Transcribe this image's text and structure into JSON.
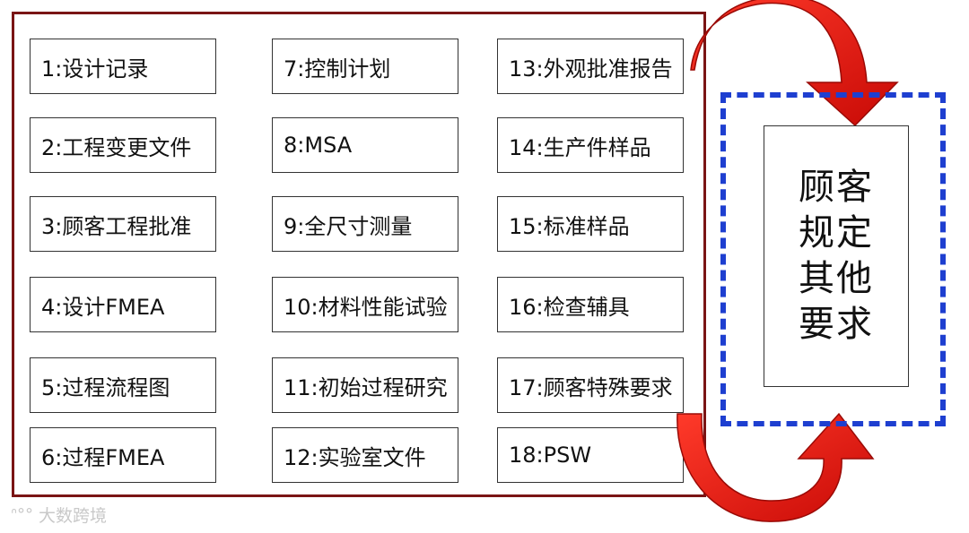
{
  "items": [
    "1:设计记录",
    "2:工程变更文件",
    "3:顾客工程批准",
    "4:设计FMEA",
    "5:过程流程图",
    "6:过程FMEA",
    "7:控制计划",
    "8:MSA",
    "9:全尺寸测量",
    "10:材料性能试验",
    "11:初始过程研究",
    "12:实验室文件",
    "13:外观批准报告",
    "14:生产件样品",
    "15:标准样品",
    "16:检查辅具",
    "17:顾客特殊要求",
    "18:PSW"
  ],
  "customer_requirements": "顾客规定其他要求",
  "watermark": "大数跨境",
  "colors": {
    "frame": "#7a1414",
    "dashed": "#1e3fd0",
    "arrow": "#e8120c",
    "arrow_dark": "#8f0a08"
  }
}
